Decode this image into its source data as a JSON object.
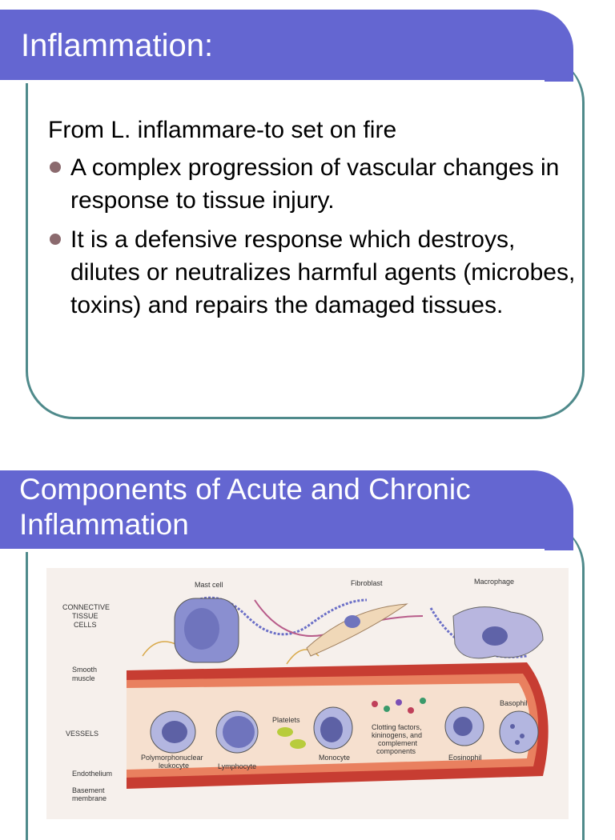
{
  "slide1": {
    "title": "Inflammation:",
    "intro": "From L. inflammare-to set on fire",
    "bullets": [
      "A complex progression of vascular changes in response to tissue injury.",
      "It is a defensive response which destroys, dilutes or neutralizes harmful agents (microbes, toxins) and repairs the damaged tissues."
    ]
  },
  "slide2": {
    "title_line1": "Components of Acute and Chronic",
    "title_line2": "Inflammation",
    "figure": {
      "connective_tissue_cells": [
        "CONNECTIVE",
        "TISSUE",
        "CELLS"
      ],
      "mast_cell": "Mast cell",
      "fibroblast": "Fibroblast",
      "macrophage": "Macrophage",
      "smooth_muscle": [
        "Smooth",
        "muscle"
      ],
      "vessels": "VESSELS",
      "platelets": "Platelets",
      "clotting": [
        "Clotting factors,",
        "kininogens, and",
        "complement",
        "components"
      ],
      "basophil": "Basophil",
      "pmn": [
        "Polymorphonuclear",
        "leukocyte"
      ],
      "lymphocyte": "Lymphocyte",
      "monocyte": "Monocyte",
      "eosinophil": "Eosinophil",
      "endothelium": "Endothelium",
      "basement": [
        "Basement",
        "membrane"
      ]
    }
  },
  "colors": {
    "title_band": "#6466d1",
    "frame": "#4f8a8b",
    "bullet": "#8b6a6e",
    "vessel": "#c0392b"
  }
}
